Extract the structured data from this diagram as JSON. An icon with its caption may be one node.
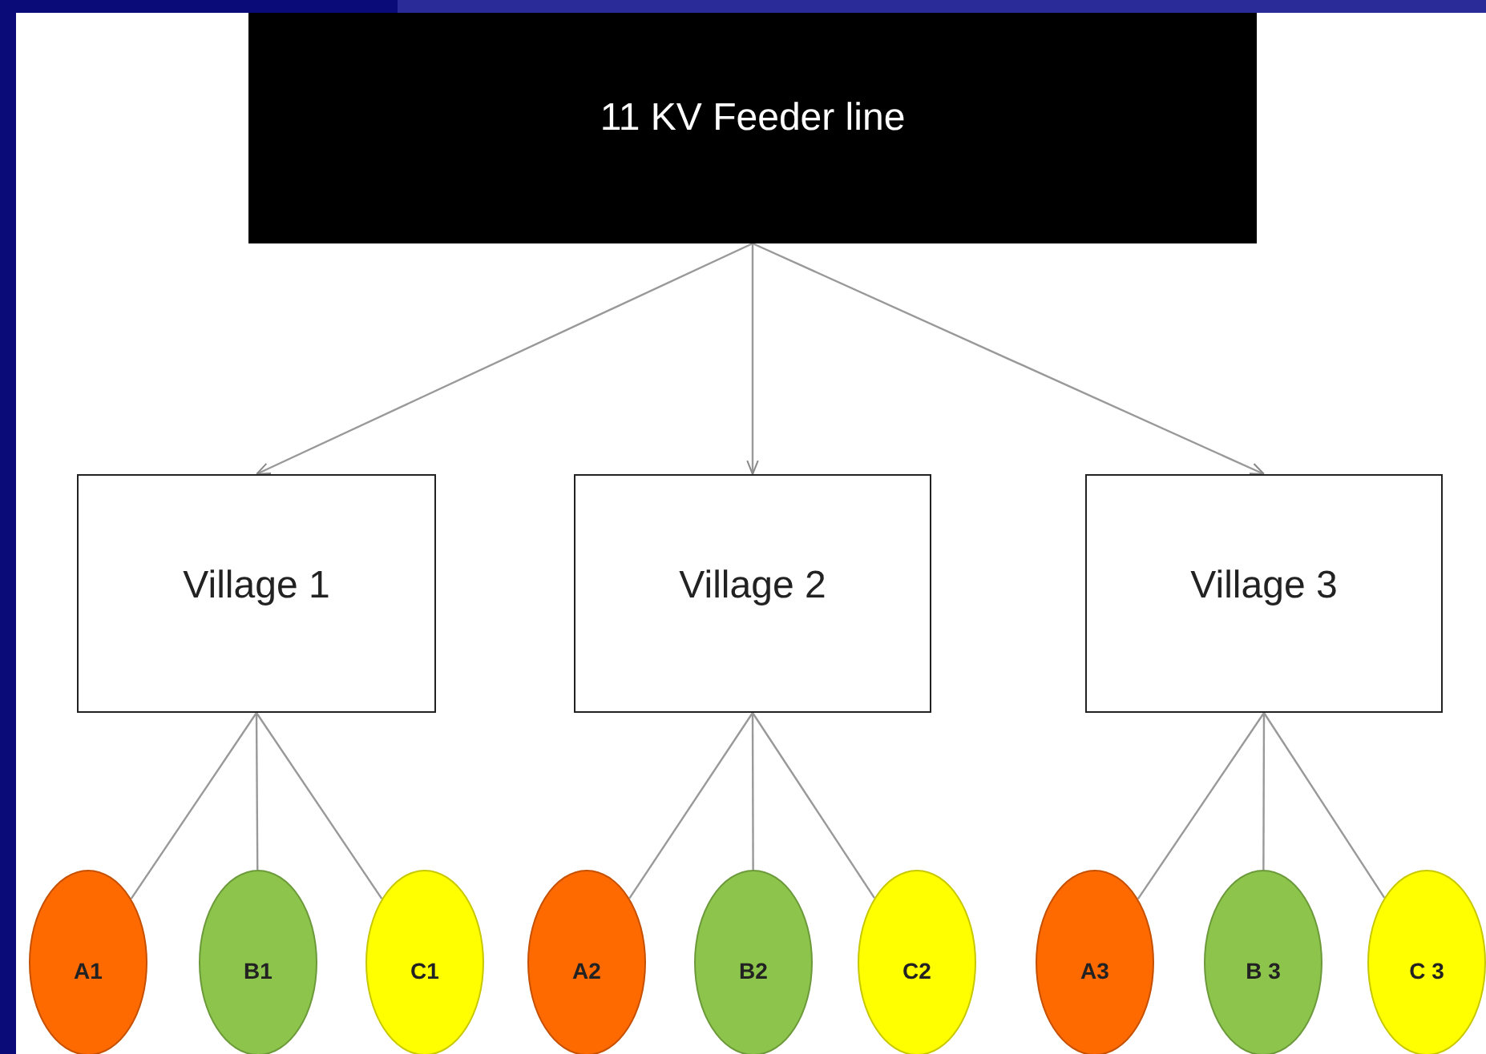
{
  "diagram": {
    "nodes": [
      {
        "text": [
          "11 KV Feeder line"
        ]
      },
      {
        "text": [
          "Village 1"
        ]
      },
      {
        "text": [
          "Village 2"
        ]
      },
      {
        "text": [
          "Village 3"
        ]
      },
      {
        "text": [
          "A1"
        ]
      },
      {
        "text": [
          "B1"
        ]
      },
      {
        "text": [
          "C1"
        ]
      },
      {
        "text": [
          "A2"
        ]
      },
      {
        "text": [
          "B2"
        ]
      },
      {
        "text": [
          "C2"
        ]
      },
      {
        "text": [
          "A3"
        ]
      },
      {
        "text": [
          "B 3"
        ]
      },
      {
        "text": [
          "C 3"
        ]
      }
    ],
    "edges": [
      {
        "from": 0,
        "to": 1,
        "arrow": "to"
      },
      {
        "from": 0,
        "to": 2,
        "arrow": "to"
      },
      {
        "from": 0,
        "to": 3,
        "arrow": "to"
      },
      {
        "from": 1,
        "to": 4,
        "arrow": "none"
      },
      {
        "from": 1,
        "to": 5,
        "arrow": "none"
      },
      {
        "from": 1,
        "to": 6,
        "arrow": "none"
      },
      {
        "from": 2,
        "to": 7,
        "arrow": "none"
      },
      {
        "from": 2,
        "to": 8,
        "arrow": "none"
      },
      {
        "from": 2,
        "to": 9,
        "arrow": "none"
      },
      {
        "from": 3,
        "to": 10,
        "arrow": "none"
      },
      {
        "from": 3,
        "to": 11,
        "arrow": "none"
      },
      {
        "from": 3,
        "to": 12,
        "arrow": "none"
      }
    ]
  }
}
